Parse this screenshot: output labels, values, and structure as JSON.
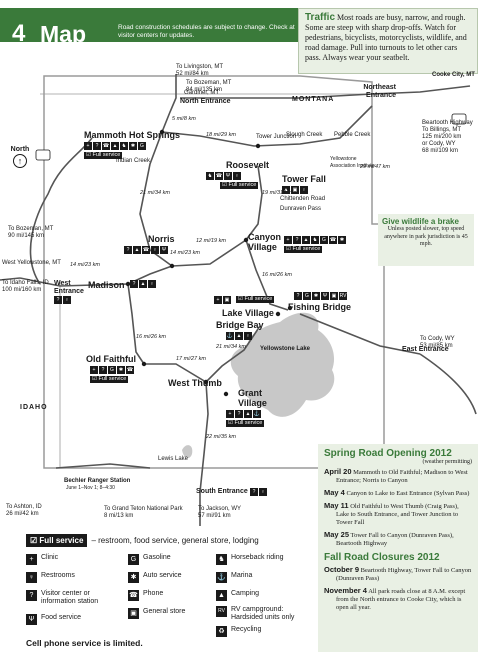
{
  "header": {
    "number": "4",
    "title": "Map",
    "note": "Road construction schedules are subject to change. Check at visitor centers for updates."
  },
  "traffic": {
    "title": "Traffic",
    "text": "Most roads are busy, narrow, and rough. Some are steep with sharp drop-offs. Watch for pedestrians, bicyclists, motorcyclists, wildlife, and road damage. Pull into turnouts to let other cars pass. Always wear your seatbelt."
  },
  "compass": {
    "label": "North",
    "icon": "north-arrow-icon"
  },
  "states": {
    "montana": "MONTANA",
    "idaho": "IDAHO"
  },
  "places": {
    "mammoth": "Mammoth Hot Springs",
    "north_entrance": "North Entrance",
    "northeast_entrance": "Northeast Entrance",
    "tower_junction": "Tower Junction",
    "roosevelt": "Roosevelt",
    "tower_fall": "Tower Fall",
    "norris": "Norris",
    "canyon": "Canyon Village",
    "madison": "Madison",
    "west_entrance": "West Entrance",
    "fishing_bridge": "Fishing Bridge",
    "lake_village": "Lake Village",
    "bridge_bay": "Bridge Bay",
    "east_entrance": "East Entrance",
    "old_faithful": "Old Faithful",
    "west_thumb": "West Thumb",
    "grant_village": "Grant Village",
    "south_entrance": "South Entrance",
    "yellowstone_lake": "Yellowstone Lake",
    "lewis_lake": "Lewis Lake",
    "bechler": "Bechler Ranger Station",
    "bechler_note": "June 1–Nov 1; 8–4:30",
    "slough_creek": "Slough Creek",
    "pebble_creek": "Pebble Creek",
    "indian_creek": "Indian Creek",
    "chittenden": "Chittenden Road",
    "dunraven": "Dunraven Pass",
    "yellowstone_institute": "Yellowstone Association Institute",
    "gardiner": "Gardiner, MT",
    "beartooth": "Beartooth Highway"
  },
  "external": {
    "livingston": "To Livingston, MT",
    "livingston_d": "52 mi/84 km",
    "bozeman_n": "To Bozeman, MT",
    "bozeman_n_d": "84 mi/135 km",
    "cooke": "Cooke City, MT",
    "billings": "To Billings, MT",
    "billings_d": "125 mi/200 km",
    "cody_ne": "or Cody, WY",
    "cody_ne_d": "68 mi/109 km",
    "bozeman_w": "To Bozeman, MT",
    "bozeman_w_d": "90 mi/145 km",
    "west_yellowstone": "West Yellowstone, MT",
    "idaho_falls": "To Idaho Falls, ID",
    "idaho_falls_d": "100 mi/160 km",
    "cody_e": "To Cody, WY",
    "cody_e_d": "53 mi/85 km",
    "ashton": "To Ashton, ID",
    "ashton_d": "26 mi/42 km",
    "grand_teton": "To Grand Teton National Park",
    "grand_teton_d": "8 mi/13 km",
    "jackson": "To Jackson, WY",
    "jackson_d": "57 mi/91 km"
  },
  "distances": {
    "d1": "5 mi/8 km",
    "d2": "18 mi/29 km",
    "d3": "29 mi/47 km",
    "d4": "21 mi/34 km",
    "d5": "19 mi/31 km",
    "d6": "12 mi/19 km",
    "d7": "14 mi/23 km",
    "d8": "14 mi/23 km",
    "d9": "16 mi/26 km",
    "d10": "16 mi/26 km",
    "d11": "21 mi/34 km",
    "d12": "17 mi/27 km",
    "d13": "22 mi/35 km"
  },
  "full_service_badge": "Full service",
  "wildlife": {
    "title": "Give wildlife a brake",
    "text": "Unless posted slower, top speed anywhere in park jurisdiction is 45 mph."
  },
  "spring": {
    "title": "Spring Road Opening 2012",
    "subtitle": "(weather permitting)",
    "entries": [
      {
        "date": "April 20",
        "text": "Mammoth to Old Faithful; Madison to West Entrance; Norris to Canyon"
      },
      {
        "date": "May 4",
        "text": "Canyon to Lake to East Entrance (Sylvan Pass)"
      },
      {
        "date": "May 11",
        "text": "Old Faithful to West Thumb (Craig Pass), Lake to South Entrance, and Tower Junction to Tower Fall"
      },
      {
        "date": "May 25",
        "text": "Tower Fall to Canyon (Dunraven Pass), Beartooth Highway"
      }
    ]
  },
  "fall": {
    "title": "Fall Road Closures 2012",
    "entries": [
      {
        "date": "October 9",
        "text": "Beartooth Highway, Tower Fall to Canyon (Dunraven Pass)"
      },
      {
        "date": "November 4",
        "text": "All park roads close at 8 A.M. except from the North entrance to Cooke City, which is open all year."
      }
    ]
  },
  "legend": {
    "full_service_label": "Full service",
    "full_service_desc": "– restroom, food service, general store, lodging",
    "items": [
      {
        "label": "Clinic",
        "icon": "clinic-icon",
        "glyph": "+"
      },
      {
        "label": "Restrooms",
        "icon": "restrooms-icon",
        "glyph": "♀"
      },
      {
        "label": "Visitor center or information station",
        "icon": "visitor-center-icon",
        "glyph": "?"
      },
      {
        "label": "Food service",
        "icon": "food-service-icon",
        "glyph": "Ψ"
      },
      {
        "label": "Gasoline",
        "icon": "gasoline-icon",
        "glyph": "G"
      },
      {
        "label": "Auto service",
        "icon": "auto-service-icon",
        "glyph": "✱"
      },
      {
        "label": "Phone",
        "icon": "phone-icon",
        "glyph": "☎"
      },
      {
        "label": "General store",
        "icon": "general-store-icon",
        "glyph": "▣"
      },
      {
        "label": "Horseback riding",
        "icon": "horseback-icon",
        "glyph": "♞"
      },
      {
        "label": "Marina",
        "icon": "marina-icon",
        "glyph": "⚓"
      },
      {
        "label": "Camping",
        "icon": "camping-icon",
        "glyph": "▲"
      },
      {
        "label": "RV campground: Hardsided units only",
        "icon": "rv-icon",
        "glyph": "RV"
      },
      {
        "label": "Recycling",
        "icon": "recycling-icon",
        "glyph": "♻"
      }
    ],
    "cell_note": "Cell phone service is limited."
  },
  "colors": {
    "brand_green": "#3a7a3a",
    "panel_green": "#e9f0e4",
    "lake": "#c8c8c8",
    "road": "#555555",
    "boundary": "#9a9a9a"
  }
}
